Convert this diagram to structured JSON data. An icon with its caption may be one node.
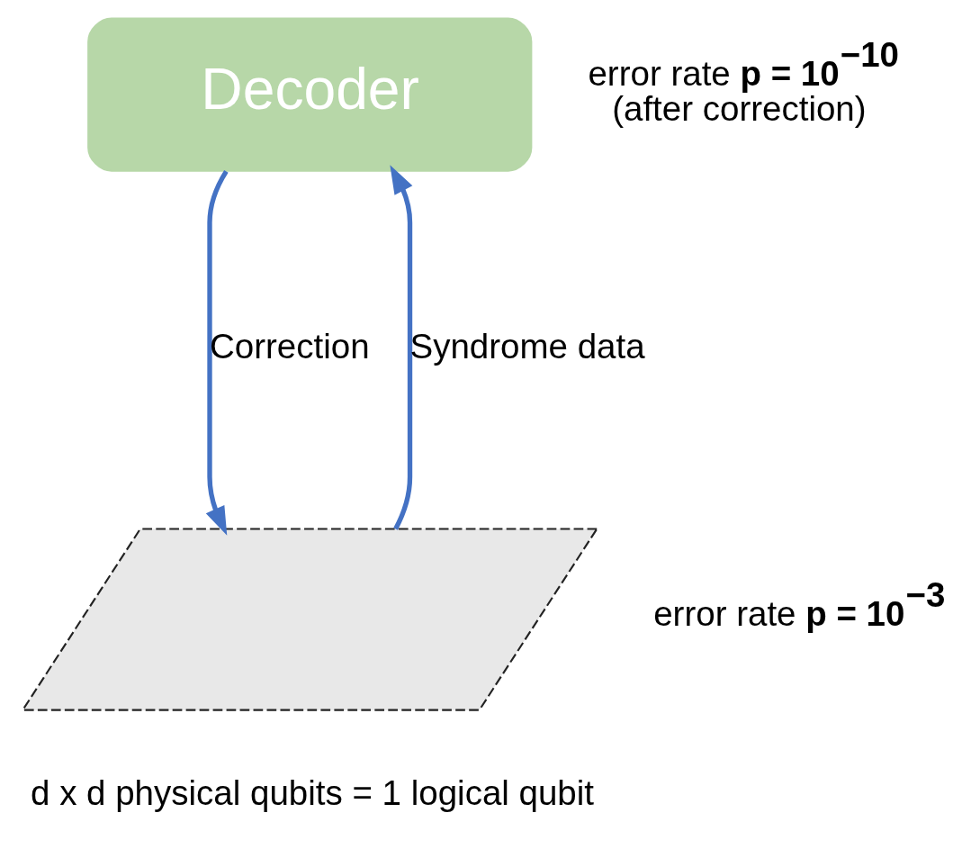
{
  "diagram": {
    "nodes": [
      {
        "text": [
          "Decoder"
        ],
        "beside": [
          "error rate **p = 10$^{−10}$**",
          "(after correction)"
        ]
      },
      {
        "text": [],
        "shape": "picture",
        "beside": [
          "error rate **p = 10$^{−3}$**",
          "d x d physical qubits = 1 logical qubit"
        ]
      }
    ],
    "edges": [
      {
        "from": 1,
        "to": 0,
        "arrow": "to",
        "label": "Syndrome data",
        "color": "#4472c4"
      },
      {
        "from": 0,
        "to": 1,
        "arrow": "to",
        "label": "Correction",
        "color": "#4472c4"
      }
    ]
  }
}
